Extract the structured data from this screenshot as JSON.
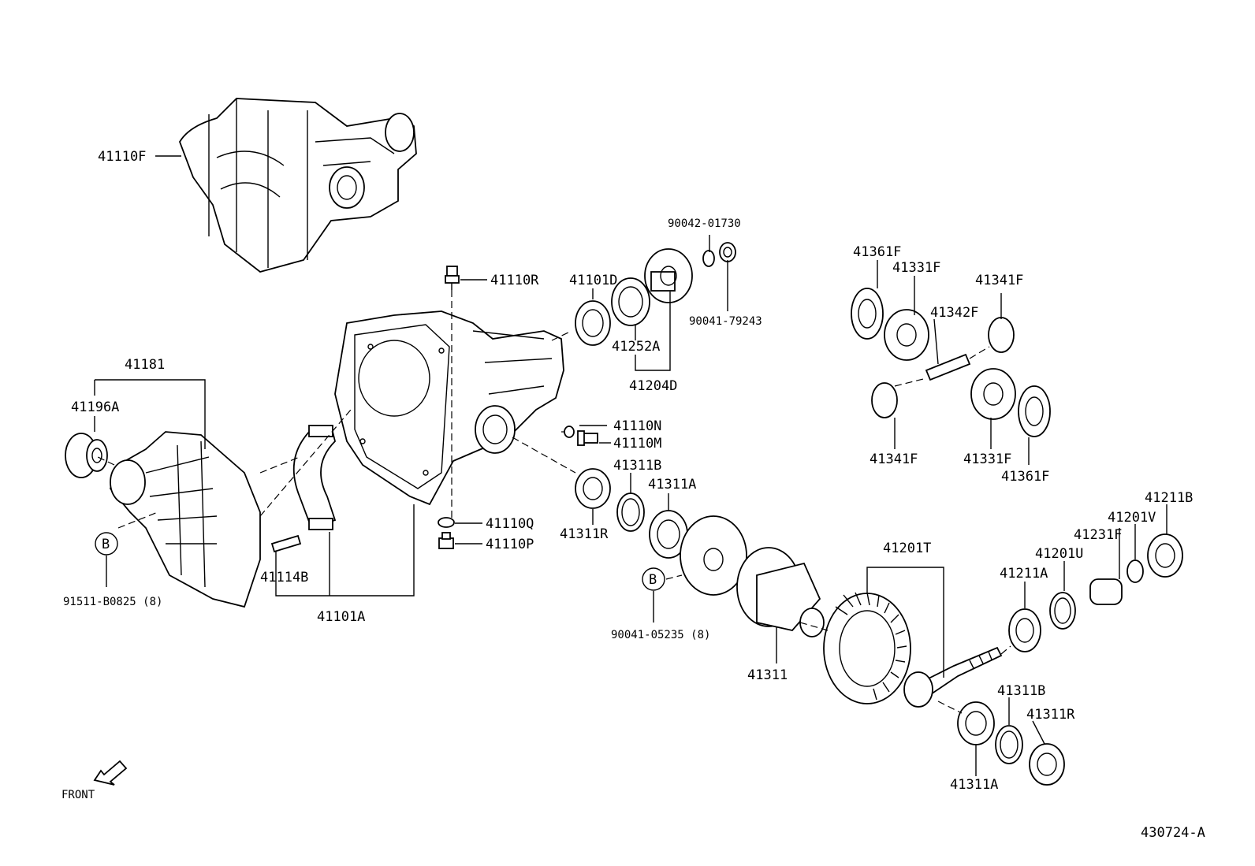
{
  "diagram": {
    "labels": {
      "l41110F": "41110F",
      "l41110R": "41110R",
      "l41101D": "41101D",
      "l90042_01730": "90042-01730",
      "l90041_79243": "90041-79243",
      "l41252A": "41252A",
      "l41204D": "41204D",
      "l41361F_a": "41361F",
      "l41331F_a": "41331F",
      "l41342F": "41342F",
      "l41341F_a": "41341F",
      "l41341F_b": "41341F",
      "l41331F_b": "41331F",
      "l41361F_b": "41361F",
      "l41181": "41181",
      "l41196A": "41196A",
      "markerB_1": "B",
      "l91511": "91511-B0825 (8)",
      "l41114B": "41114B",
      "l41101A": "41101A",
      "l41110N": "41110N",
      "l41110M": "41110M",
      "l41110Q": "41110Q",
      "l41110P": "41110P",
      "l41311B_a": "41311B",
      "l41311A_a": "41311A",
      "l41311R_a": "41311R",
      "markerB_2": "B",
      "l90041_05235": "90041-05235 (8)",
      "l41311": "41311",
      "l41201T": "41201T",
      "l41211A": "41211A",
      "l41201U": "41201U",
      "l41231F": "41231F",
      "l41201V": "41201V",
      "l41211B": "41211B",
      "l41311B_b": "41311B",
      "l41311R_b": "41311R",
      "l41311A_b": "41311A",
      "front": "FRONT",
      "ref": "430724-A"
    }
  }
}
